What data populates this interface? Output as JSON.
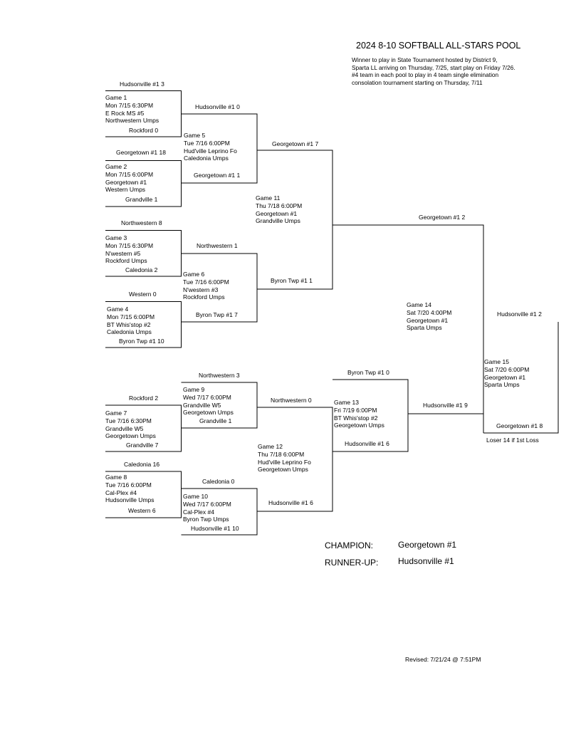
{
  "title": "2024 8-10 SOFTBALL ALL-STARS POOL",
  "notes": [
    "Winner to play in State Tournament hosted by District 9,",
    "Sparta LL arriving on Thursday, 7/25, start play on Friday 7/26.",
    " #4 team in each pool to play in 4 team single elimination",
    "consolation tournament starting on Thursday, 7/11"
  ],
  "games": {
    "g1": [
      "Game 1",
      "Mon  7/15  6:30PM",
      "E Rock MS #5",
      "Northwestern Umps"
    ],
    "g2": [
      "Game 2",
      "Mon  7/15  6:00PM",
      "Georgetown #1",
      "Western Umps"
    ],
    "g3": [
      "Game 3",
      "Mon  7/15  6:30PM",
      "N'western #5",
      "Rockford Umps"
    ],
    "g4": [
      "Game 4",
      "Mon  7/15  6:00PM",
      "BT Whis'stop #2",
      "Caledonia Umps"
    ],
    "g5": [
      "Game 5",
      "Tue  7/16  6:00PM",
      "Hud'ville Leprino Fo",
      "Caledonia Umps"
    ],
    "g6": [
      "Game 6",
      "Tue  7/16  6:00PM",
      "N'western #3",
      "Rockford Umps"
    ],
    "g7": [
      "Game 7",
      "Tue  7/16  6:30PM",
      "Grandville W5",
      "Georgetown Umps"
    ],
    "g8": [
      "Game 8",
      "Tue  7/16  6:00PM",
      "Cal-Plex #4",
      "Hudsonville Umps"
    ],
    "g9": [
      "Game 9",
      "Wed  7/17  6:00PM",
      "Grandville W5",
      "Georgetown Umps"
    ],
    "g10": [
      "Game 10",
      "Wed  7/17  6:00PM",
      "Cal-Plex #4",
      "Byron Twp Umps"
    ],
    "g11": [
      "Game 11",
      "Thu  7/18  6:00PM",
      "Georgetown #1",
      "Grandville Umps"
    ],
    "g12": [
      "Game 12",
      "Thu  7/18  6:00PM",
      "Hud'ville Leprino Fo",
      "Georgetown Umps"
    ],
    "g13": [
      "Game 13",
      "Fri  7/19  6:00PM",
      "BT Whis'stop #2",
      "Georgetown Umps"
    ],
    "g14": [
      "Game 14",
      "Sat  7/20  4:00PM",
      "Georgetown #1",
      "Sparta Umps"
    ],
    "g15": [
      "Game 15",
      "Sat  7/20  6:00PM",
      "Georgetown #1",
      "Sparta Umps"
    ]
  },
  "teams": {
    "g1_top": "Hudsonville #1  3",
    "g1_bot": "Rockford  0",
    "g2_top": "Georgetown #1  18",
    "g2_bot": "Grandville  1",
    "g3_top": "Northwestern  8",
    "g3_bot": "Caledonia  2",
    "g4_top": "Western  0",
    "g4_bot": "Byron Twp #1  10",
    "g5_top": "Hudsonville #1  0",
    "g5_bot": "Georgetown #1  1",
    "g6_top": "Northwestern  1",
    "g6_bot": "Byron Twp #1  7",
    "g11_top": "Georgetown #1  7",
    "g11_bot": "Byron Twp #1  1",
    "g14_top": "Georgetown #1  2",
    "g7_top": "Rockford  2",
    "g7_bot": "Grandville  7",
    "g8_top": "Caledonia  16",
    "g8_bot": "Western  6",
    "g9_top": "Northwestern  3",
    "g9_bot": "Grandville  1",
    "g10_top": "Caledonia  0",
    "g10_bot": "Hudsonville #1  10",
    "g12_top": "Northwestern  0",
    "g12_bot": "Hudsonville #1  6",
    "g13_top": "Byron Twp #1  0",
    "g13_bot": "Hudsonville #1  6",
    "g14_bot": "Hudsonville #1  9",
    "g15_top": "Hudsonville #1  2",
    "g15_bot": "Georgetown #1  8",
    "g15_note": "Loser 14 if 1st Loss"
  },
  "results": {
    "champion_label": "CHAMPION:",
    "champion": "Georgetown #1",
    "runner_up_label": "RUNNER-UP:",
    "runner_up": "Hudsonville #1"
  },
  "revised": "Revised:  7/21/24 @  7:51PM"
}
